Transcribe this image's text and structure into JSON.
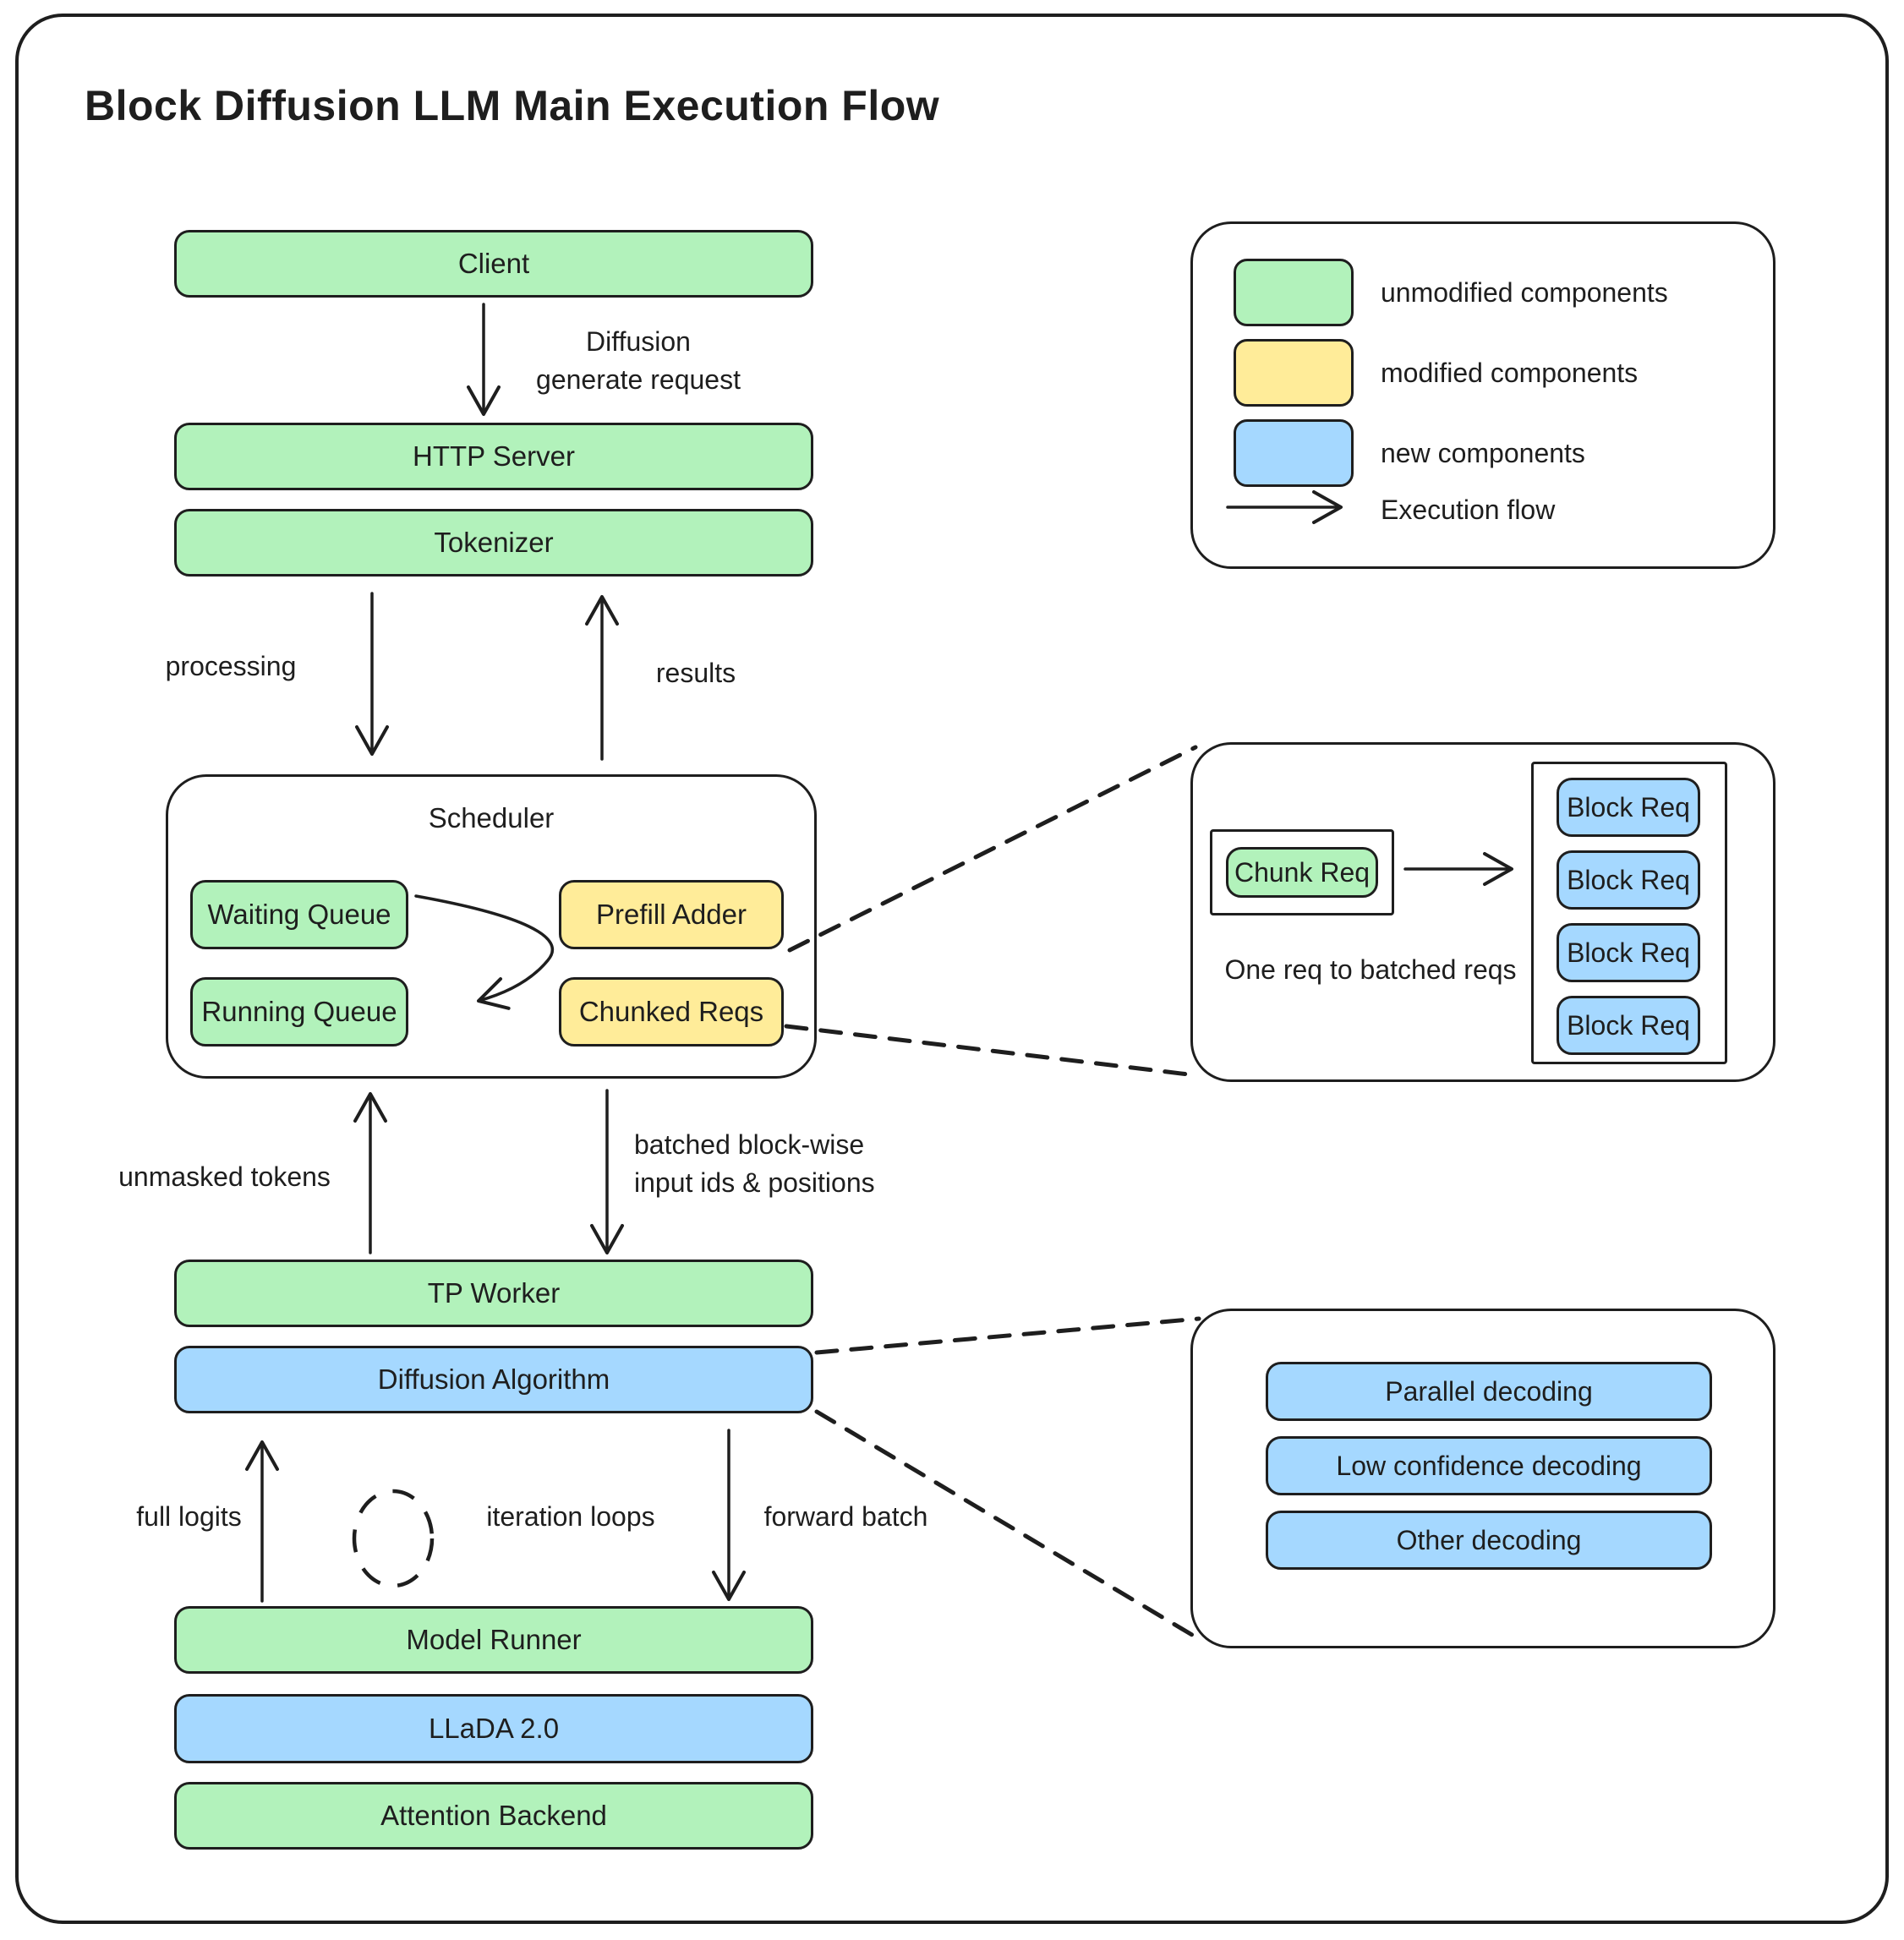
{
  "title": "Block Diffusion LLM Main Execution Flow",
  "colors": {
    "green": "#b2f2bb",
    "yellow": "#ffec99",
    "blue": "#a5d8ff",
    "ink": "#1e1e1e",
    "bg": "#ffffff"
  },
  "nodes": {
    "client": "Client",
    "http_server": "HTTP Server",
    "tokenizer": "Tokenizer",
    "tp_worker": "TP Worker",
    "diffusion_algorithm": "Diffusion Algorithm",
    "model_runner": "Model Runner",
    "llada": "LLaDA 2.0",
    "attention_backend": "Attention Backend"
  },
  "scheduler": {
    "title": "Scheduler",
    "waiting_queue": "Waiting Queue",
    "prefill_adder": "Prefill Adder",
    "running_queue": "Running Queue",
    "chunked_reqs": "Chunked Reqs"
  },
  "edge_labels": {
    "diffusion_request": [
      "Diffusion",
      "generate request"
    ],
    "processing": "processing",
    "results": "results",
    "unmasked_tokens": "unmasked tokens",
    "batched_blockwise": [
      "batched block-wise",
      "input ids & positions"
    ],
    "full_logits": "full logits",
    "iteration_loops": "iteration loops",
    "forward_batch": "forward batch"
  },
  "legend": {
    "unmodified": "unmodified components",
    "modified": "modified components",
    "new": "new components",
    "execution_flow": "Execution flow"
  },
  "batch_detail": {
    "chunk_req": "Chunk Req",
    "block_reqs": [
      "Block Req",
      "Block Req",
      "Block Req",
      "Block Req"
    ],
    "caption": "One req to batched reqs"
  },
  "decoding_detail": {
    "items": [
      "Parallel decoding",
      "Low confidence decoding",
      "Other decoding"
    ]
  }
}
